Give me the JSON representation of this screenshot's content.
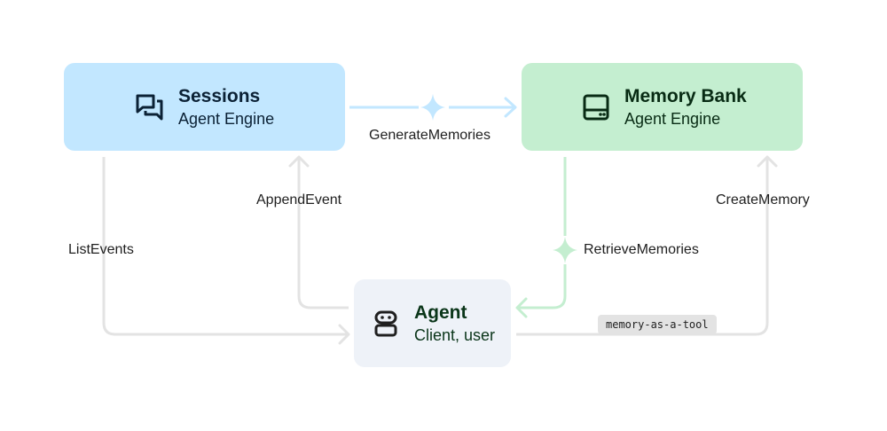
{
  "nodes": {
    "sessions": {
      "title": "Sessions",
      "subtitle": "Agent Engine",
      "icon": "chat-bubbles-icon"
    },
    "memory_bank": {
      "title": "Memory Bank",
      "subtitle": "Agent Engine",
      "icon": "storage-drive-icon"
    },
    "agent": {
      "title": "Agent",
      "subtitle": "Client, user",
      "icon": "robot-icon"
    }
  },
  "edges": {
    "generate_memories": "GenerateMemories",
    "append_event": "AppendEvent",
    "list_events": "ListEvents",
    "retrieve_memories": "RetrieveMemories",
    "create_memory": "CreateMemory",
    "memory_tool_tag": "memory-as-a-tool"
  },
  "colors": {
    "sessions_fill": "#c2e7ff",
    "memory_bank_fill": "#c4eed0",
    "agent_fill": "#eef2f8",
    "blue_connector": "#c2e7ff",
    "green_connector": "#c4eed0",
    "gray_connector": "#e3e3e3"
  }
}
